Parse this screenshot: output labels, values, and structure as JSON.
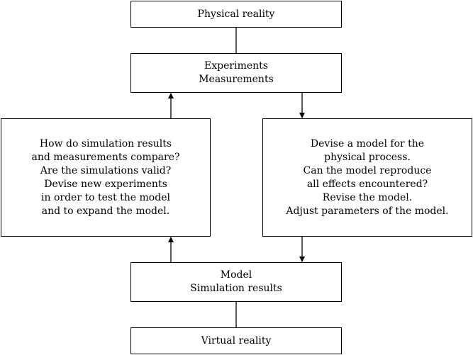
{
  "diagram": {
    "physical_reality": [
      "Physical reality"
    ],
    "experiments": [
      "Experiments",
      "Measurements"
    ],
    "compare": [
      "How do simulation results",
      "and measurements compare?",
      "Are the simulations valid?",
      "Devise new experiments",
      "in order to test the model",
      "and to expand the model."
    ],
    "devise_model": [
      "Devise a model for the",
      "physical process.",
      "Can the model reproduce",
      "all effects encountered?",
      "Revise the model.",
      "Adjust parameters of the model."
    ],
    "model": [
      "Model",
      "Simulation results"
    ],
    "virtual_reality": [
      "Virtual reality"
    ]
  }
}
